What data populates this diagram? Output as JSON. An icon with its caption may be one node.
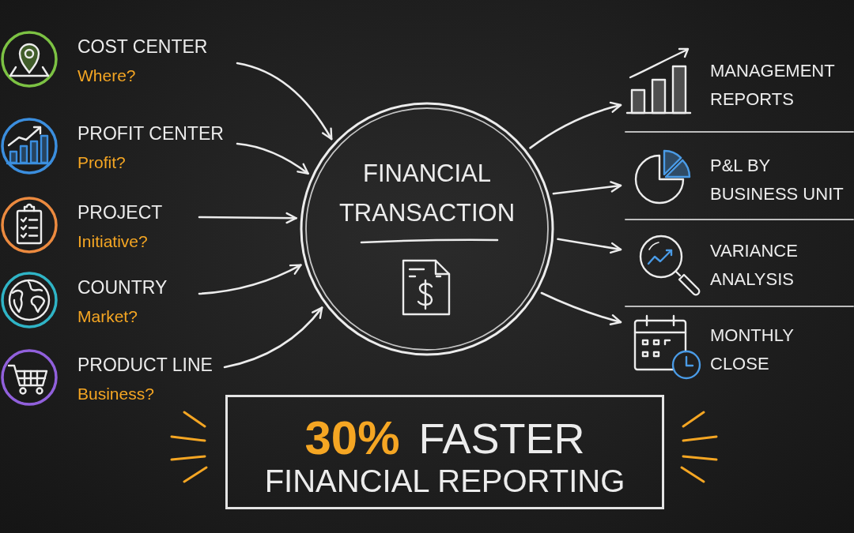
{
  "diagram": {
    "nodes": [
      {
        "text": [
          "COST CENTER",
          "Where?"
        ]
      },
      {
        "text": [
          "PROFIT CENTER",
          "Profit?"
        ]
      },
      {
        "text": [
          "PROJECT",
          "Initiative?"
        ]
      },
      {
        "text": [
          "COUNTRY",
          "Market?"
        ]
      },
      {
        "text": [
          "PRODUCT LINE",
          "Business?"
        ]
      },
      {
        "text": [
          "FINANCIAL TRANSACTION"
        ]
      },
      {
        "text": [
          "MANAGEMENT REPORTS"
        ]
      },
      {
        "text": [
          "P&L BY BUSINESS UNIT"
        ]
      },
      {
        "text": [
          "VARIANCE ANALYSIS"
        ]
      },
      {
        "text": [
          "MONTHLY CLOSE"
        ]
      },
      {
        "text": [
          "30%",
          "FASTER",
          "FINANCIAL REPORTING"
        ]
      }
    ],
    "edges": [
      {
        "from": 0,
        "to": 5,
        "arrow": "to"
      },
      {
        "from": 1,
        "to": 5,
        "arrow": "to"
      },
      {
        "from": 2,
        "to": 5,
        "arrow": "to"
      },
      {
        "from": 3,
        "to": 5,
        "arrow": "to"
      },
      {
        "from": 4,
        "to": 5,
        "arrow": "to"
      },
      {
        "from": 5,
        "to": 6,
        "arrow": "to"
      },
      {
        "from": 5,
        "to": 7,
        "arrow": "to"
      },
      {
        "from": 5,
        "to": 8,
        "arrow": "to"
      },
      {
        "from": 5,
        "to": 9,
        "arrow": "to"
      }
    ]
  }
}
